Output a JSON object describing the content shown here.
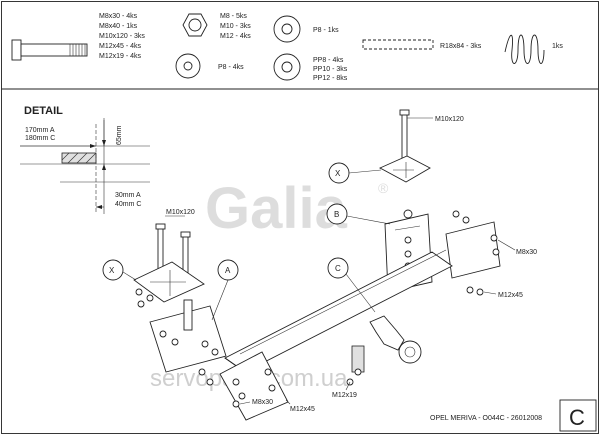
{
  "parts_header": {
    "bolt_lines": [
      "M8x30 - 4ks",
      "M8x40 - 1ks",
      "M10x120 - 3ks",
      "M12x45 - 4ks",
      "M12x19 - 4ks"
    ],
    "nut_lines": [
      "M8 - 5ks",
      "M10 - 3ks",
      "M12 - 4ks"
    ],
    "washer_p8_label": "P8 - 4ks",
    "ring_p8_label": "P8 - 1ks",
    "spring_washer_lines": [
      "PP8 - 4ks",
      "PP10 - 3ks",
      "PP12 - 8ks"
    ],
    "pin_label": "R18x84 - 3ks",
    "spring_label": "1ks"
  },
  "detail": {
    "title": "DETAIL",
    "dim_a_top": "170mm A",
    "dim_c_top": "180mm C",
    "dim_height": "65mm",
    "dim_a_bottom": "30mm A",
    "dim_c_bottom": "40mm C"
  },
  "assembly": {
    "label_m10x120_right": "M10x120",
    "label_m10x120_left": "M10x120",
    "label_m8x30_right": "M8x30",
    "label_m12x45_right": "M12x45",
    "label_m12x19": "M12x19",
    "label_m12x45_bottom": "M12x45",
    "label_m8x30_bottom": "M8x30",
    "marker_x": "X",
    "marker_a": "A",
    "marker_b": "B",
    "marker_c": "C"
  },
  "watermark": {
    "logo": "Galia",
    "registered": "®",
    "site": "servoparts.com.ua"
  },
  "footer": {
    "model_code": "OPEL MERIVA - O044C - 26012008",
    "variant": "C"
  }
}
